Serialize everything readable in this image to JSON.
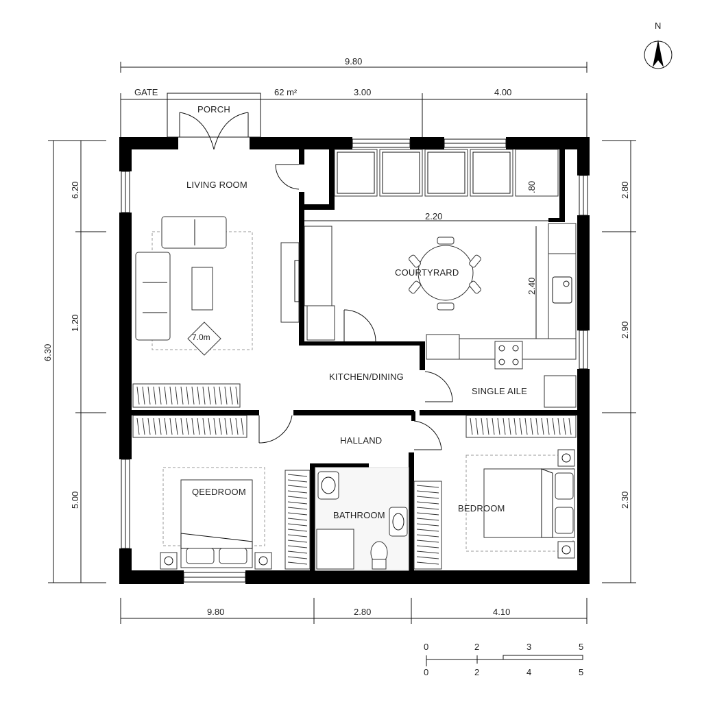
{
  "north": "N",
  "dims": {
    "top_total": "9.80",
    "top_gate": "GATE",
    "top_area": "62 m²",
    "top_mid": "3.00",
    "top_right": "4.00",
    "left_total": "6.30",
    "left_top": "6.20",
    "left_mid": "1.20",
    "left_bottom": "5.00",
    "right_top": "2.80",
    "right_mid": "2.90",
    "right_bottom": "2.30",
    "bottom_left": "9.80",
    "bottom_mid": "2.80",
    "bottom_right": "4.10",
    "inner_courtyard_w": "2.20",
    "inner_courtyard_h": "2.40",
    "inner_window": ".80",
    "rug_area": "7.0m"
  },
  "rooms": {
    "porch": "PORCH",
    "living": "LIVING ROOM",
    "courtyard": "COURTYRARD",
    "kitchen": "KITCHEN/DINING",
    "single_aisle": "SINGLE AILE",
    "hall": "HALLAND",
    "bedroom_left": "QEEDROOM",
    "bathroom": "BATHROOM",
    "bedroom_right": "BEDROOM"
  },
  "scale_bar": {
    "top": [
      "0",
      "2",
      "3",
      "5"
    ],
    "bottom": [
      "0",
      "2",
      "4",
      "5"
    ]
  }
}
